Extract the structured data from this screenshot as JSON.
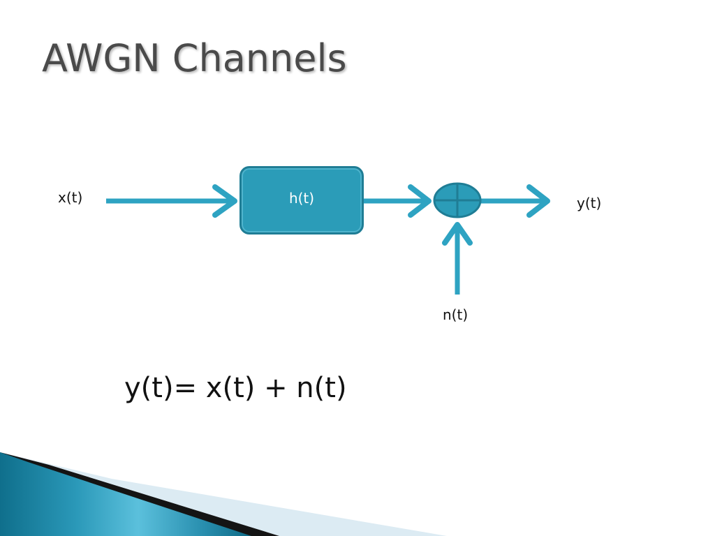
{
  "slide": {
    "title": "AWGN Channels"
  },
  "diagram": {
    "input_label": "x(t)",
    "block_label": "h(t)",
    "output_label": "y(t)",
    "noise_label": "n(t)",
    "summer_symbol": "plus-circle-icon"
  },
  "equation": "y(t)= x(t) + n(t)",
  "colors": {
    "accent": "#2ea3c2",
    "block_fill": "#2b9cb8",
    "block_border": "#1f7d95",
    "title": "#4a4a4a"
  }
}
